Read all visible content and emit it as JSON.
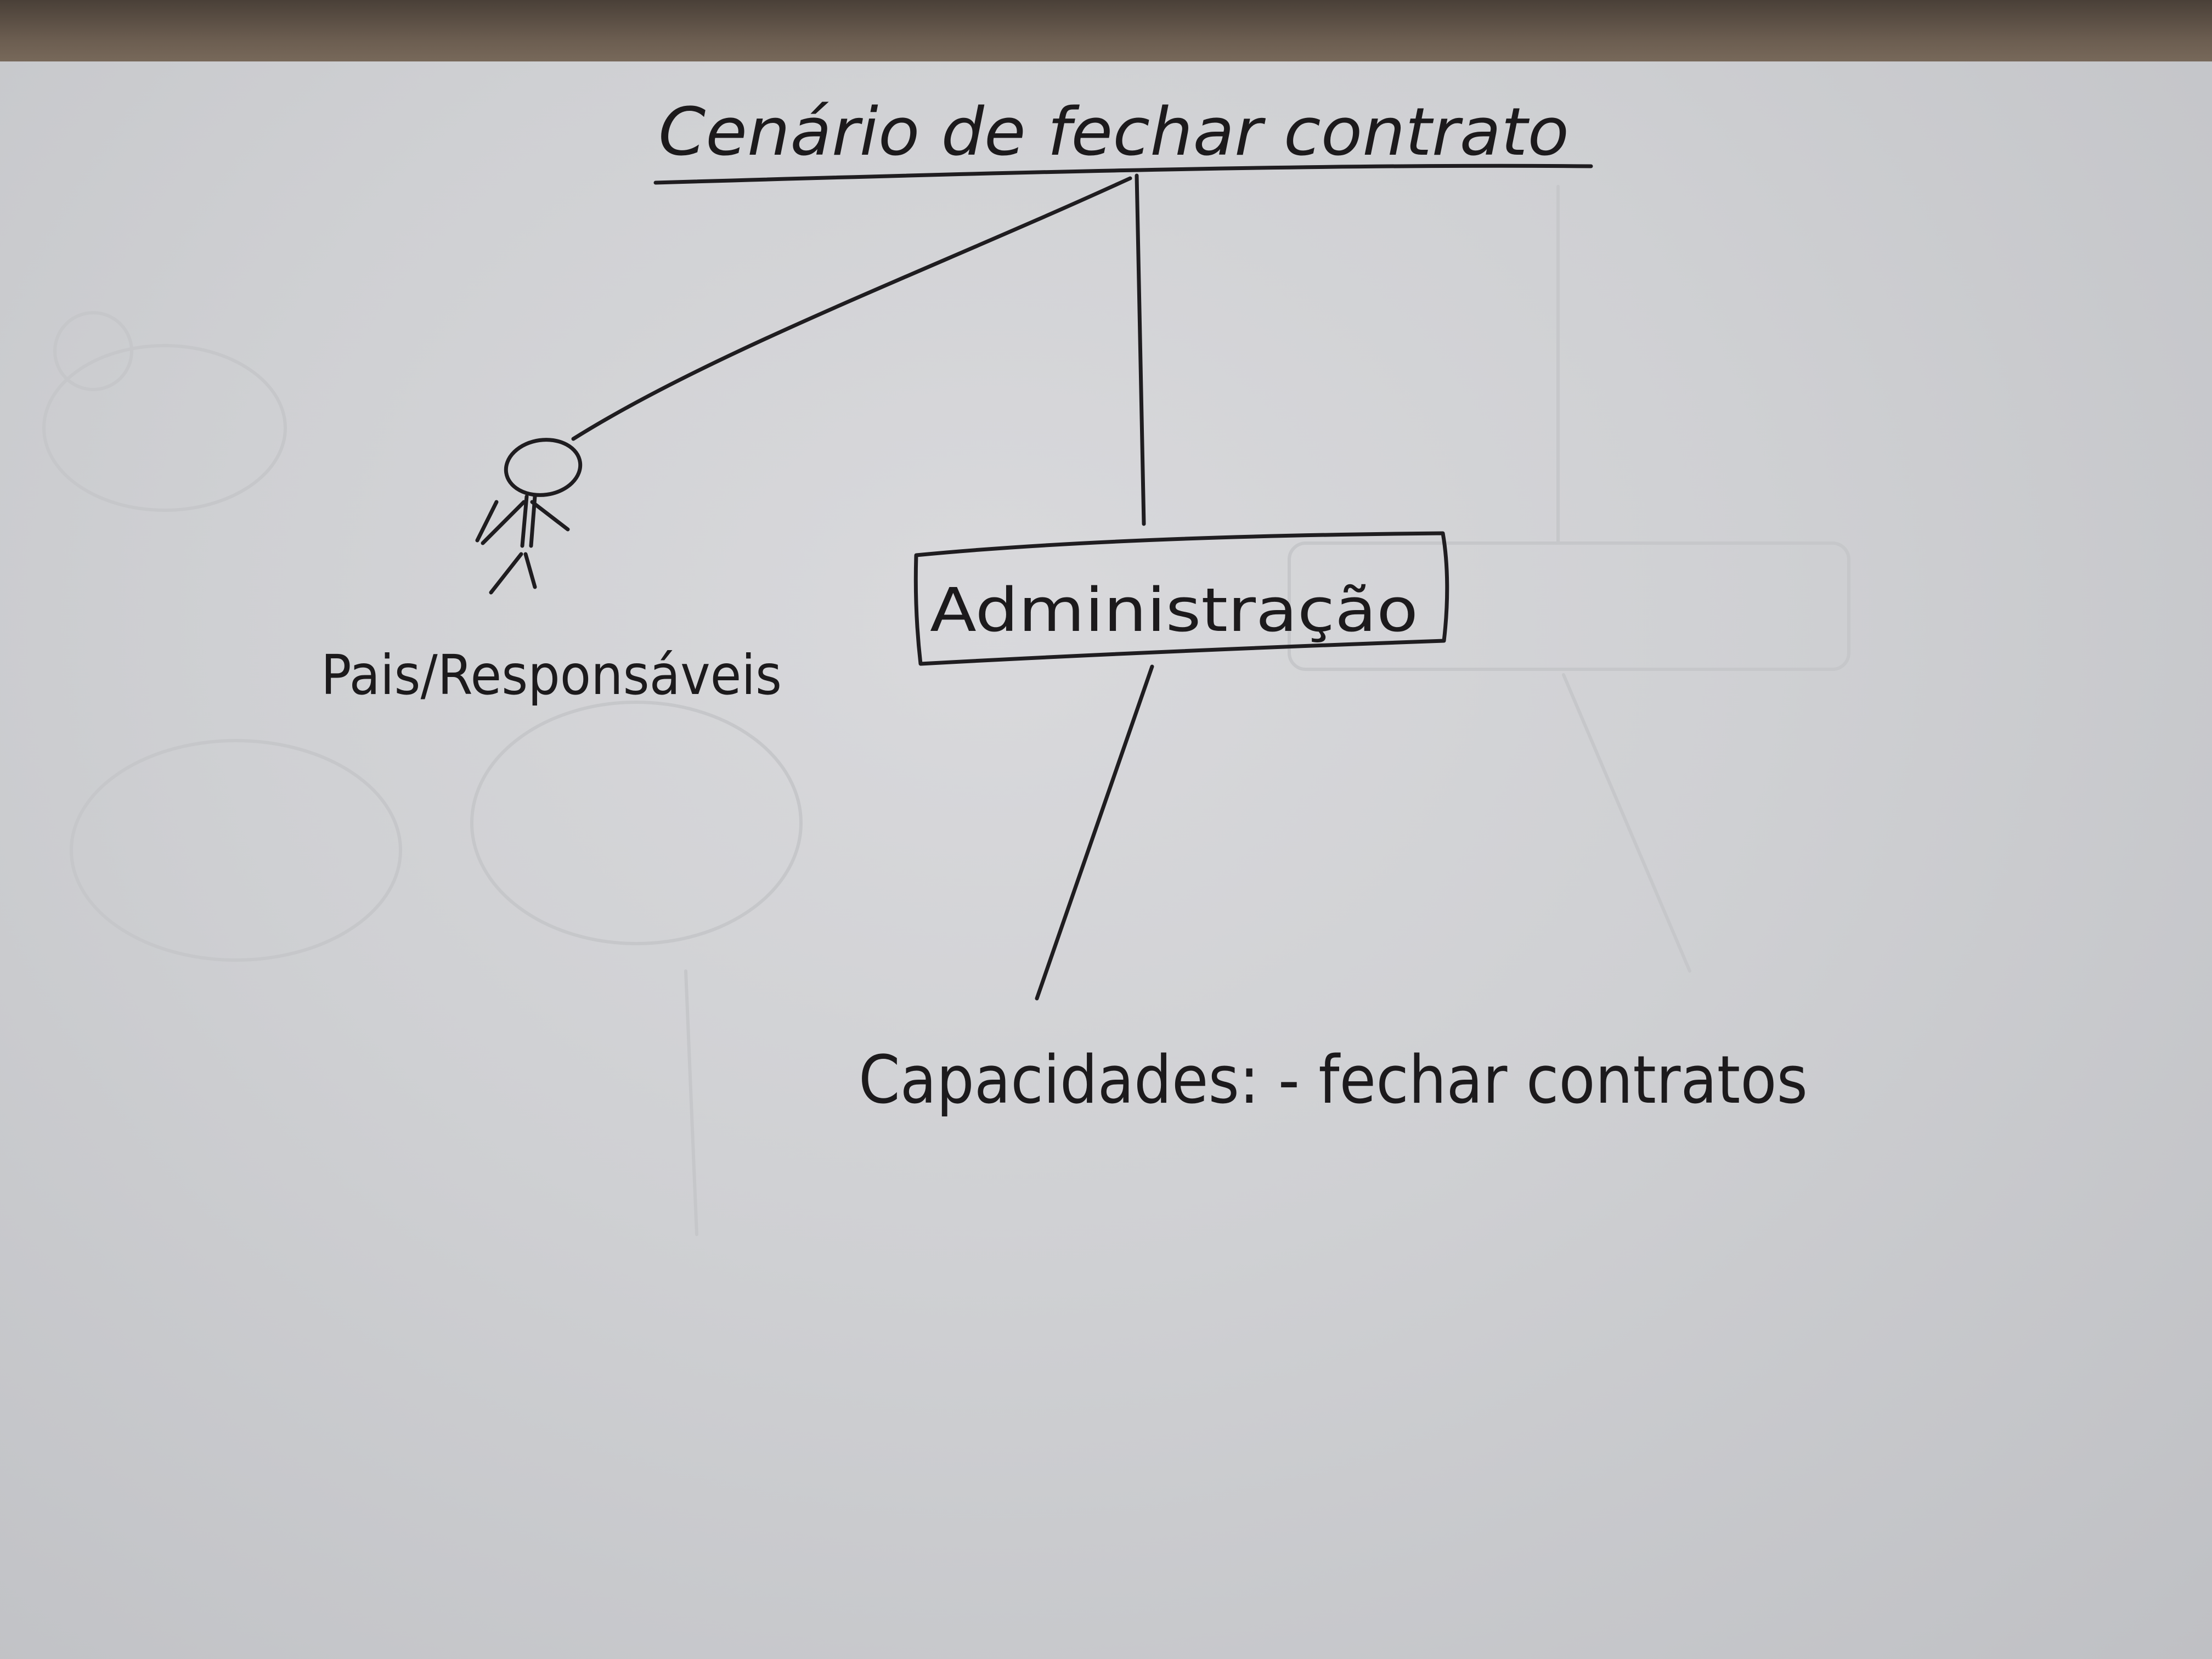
{
  "diagram": {
    "title": "Cenário de fechar contrato",
    "actor": {
      "label": "Pais/Responsáveis",
      "icon": "stick-figure-icon"
    },
    "role_box": {
      "label": "Administração"
    },
    "capabilities": {
      "text": "Capacidades: - fechar contratos"
    }
  },
  "colors": {
    "ink": "#1c1a1c",
    "paper": "#d2d3d6",
    "table": "#5a4f45"
  }
}
